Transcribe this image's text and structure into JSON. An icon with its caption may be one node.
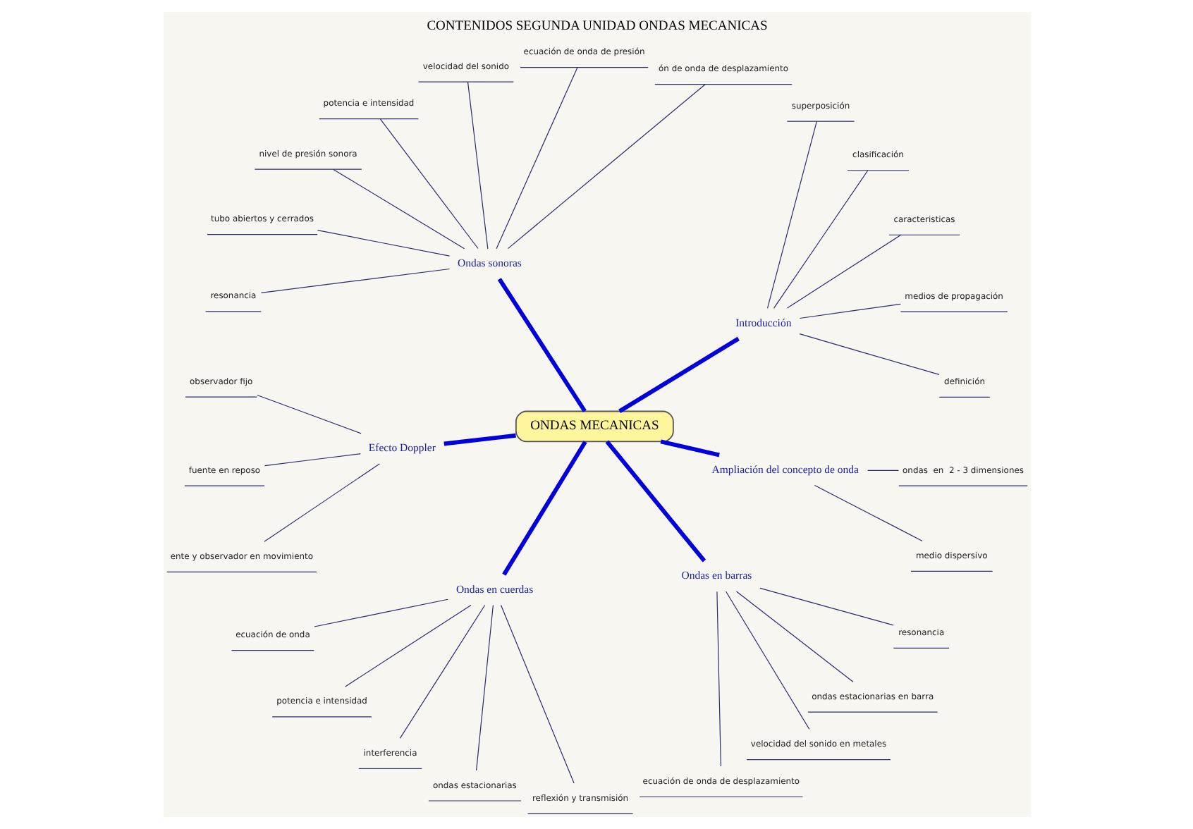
{
  "diagram": {
    "title": "CONTENIDOS SEGUNDA UNIDAD ONDAS MECANICAS",
    "nodes": [
      {
        "text": [
          "ONDAS MECANICAS"
        ]
      },
      {
        "text": [
          "Introducción"
        ]
      },
      {
        "text": [
          "definición"
        ]
      },
      {
        "text": [
          "medios de propagación"
        ]
      },
      {
        "text": [
          "caracteristicas"
        ]
      },
      {
        "text": [
          "clasificación"
        ]
      },
      {
        "text": [
          "superposición"
        ]
      },
      {
        "text": [
          "Ondas sonoras"
        ]
      },
      {
        "text": [
          "ón de onda de desplazamiento"
        ]
      },
      {
        "text": [
          "ecuación de onda de presión"
        ]
      },
      {
        "text": [
          "velocidad del sonido"
        ]
      },
      {
        "text": [
          "potencia e intensidad"
        ]
      },
      {
        "text": [
          "nivel de presión sonora"
        ]
      },
      {
        "text": [
          "tubo abiertos y cerrados"
        ]
      },
      {
        "text": [
          "resonancia"
        ]
      },
      {
        "text": [
          "Efecto Doppler"
        ]
      },
      {
        "text": [
          "observador fijo"
        ]
      },
      {
        "text": [
          "fuente en reposo"
        ]
      },
      {
        "text": [
          "ente y observador en movimiento"
        ]
      },
      {
        "text": [
          "Ondas en cuerdas"
        ]
      },
      {
        "text": [
          "ecuación de onda"
        ]
      },
      {
        "text": [
          "potencia e intensidad"
        ]
      },
      {
        "text": [
          "interferencia"
        ]
      },
      {
        "text": [
          "ondas estacionarias"
        ]
      },
      {
        "text": [
          "reflexión y transmisión"
        ]
      },
      {
        "text": [
          "Ondas en barras"
        ]
      },
      {
        "text": [
          "ecuación de onda de desplazamiento"
        ]
      },
      {
        "text": [
          "velocidad del sonido en metales"
        ]
      },
      {
        "text": [
          "ondas estacionarias en barra"
        ]
      },
      {
        "text": [
          "resonancia"
        ]
      },
      {
        "text": [
          "Ampliación del concepto de onda"
        ]
      },
      {
        "text": [
          "medio dispersivo"
        ]
      },
      {
        "text": [
          "ondas  en  2 - 3 dimensiones"
        ]
      }
    ],
    "edges": [
      {
        "from": 0,
        "to": 1,
        "arrow": "none",
        "style": "thick",
        "color": "#0000dd"
      },
      {
        "from": 1,
        "to": 2,
        "arrow": "none"
      },
      {
        "from": 1,
        "to": 3,
        "arrow": "none"
      },
      {
        "from": 1,
        "to": 4,
        "arrow": "none"
      },
      {
        "from": 1,
        "to": 5,
        "arrow": "none"
      },
      {
        "from": 1,
        "to": 6,
        "arrow": "none"
      },
      {
        "from": 0,
        "to": 7,
        "arrow": "none",
        "style": "thick",
        "color": "#0000dd"
      },
      {
        "from": 7,
        "to": 8,
        "arrow": "none"
      },
      {
        "from": 7,
        "to": 9,
        "arrow": "none"
      },
      {
        "from": 7,
        "to": 10,
        "arrow": "none"
      },
      {
        "from": 7,
        "to": 11,
        "arrow": "none"
      },
      {
        "from": 7,
        "to": 12,
        "arrow": "none"
      },
      {
        "from": 7,
        "to": 13,
        "arrow": "none"
      },
      {
        "from": 7,
        "to": 14,
        "arrow": "none"
      },
      {
        "from": 0,
        "to": 15,
        "arrow": "none",
        "style": "thick",
        "color": "#0000dd"
      },
      {
        "from": 15,
        "to": 16,
        "arrow": "none"
      },
      {
        "from": 15,
        "to": 17,
        "arrow": "none"
      },
      {
        "from": 15,
        "to": 18,
        "arrow": "none"
      },
      {
        "from": 0,
        "to": 19,
        "arrow": "none",
        "style": "thick",
        "color": "#0000dd"
      },
      {
        "from": 19,
        "to": 20,
        "arrow": "none"
      },
      {
        "from": 19,
        "to": 21,
        "arrow": "none"
      },
      {
        "from": 19,
        "to": 22,
        "arrow": "none"
      },
      {
        "from": 19,
        "to": 23,
        "arrow": "none"
      },
      {
        "from": 19,
        "to": 24,
        "arrow": "none"
      },
      {
        "from": 0,
        "to": 25,
        "arrow": "none",
        "style": "thick",
        "color": "#0000dd"
      },
      {
        "from": 25,
        "to": 26,
        "arrow": "none"
      },
      {
        "from": 25,
        "to": 27,
        "arrow": "none"
      },
      {
        "from": 25,
        "to": 28,
        "arrow": "none"
      },
      {
        "from": 25,
        "to": 29,
        "arrow": "none"
      },
      {
        "from": 0,
        "to": 30,
        "arrow": "none",
        "style": "thick",
        "color": "#0000dd"
      },
      {
        "from": 30,
        "to": 31,
        "arrow": "none"
      },
      {
        "from": 30,
        "to": 32,
        "arrow": "none"
      }
    ]
  }
}
